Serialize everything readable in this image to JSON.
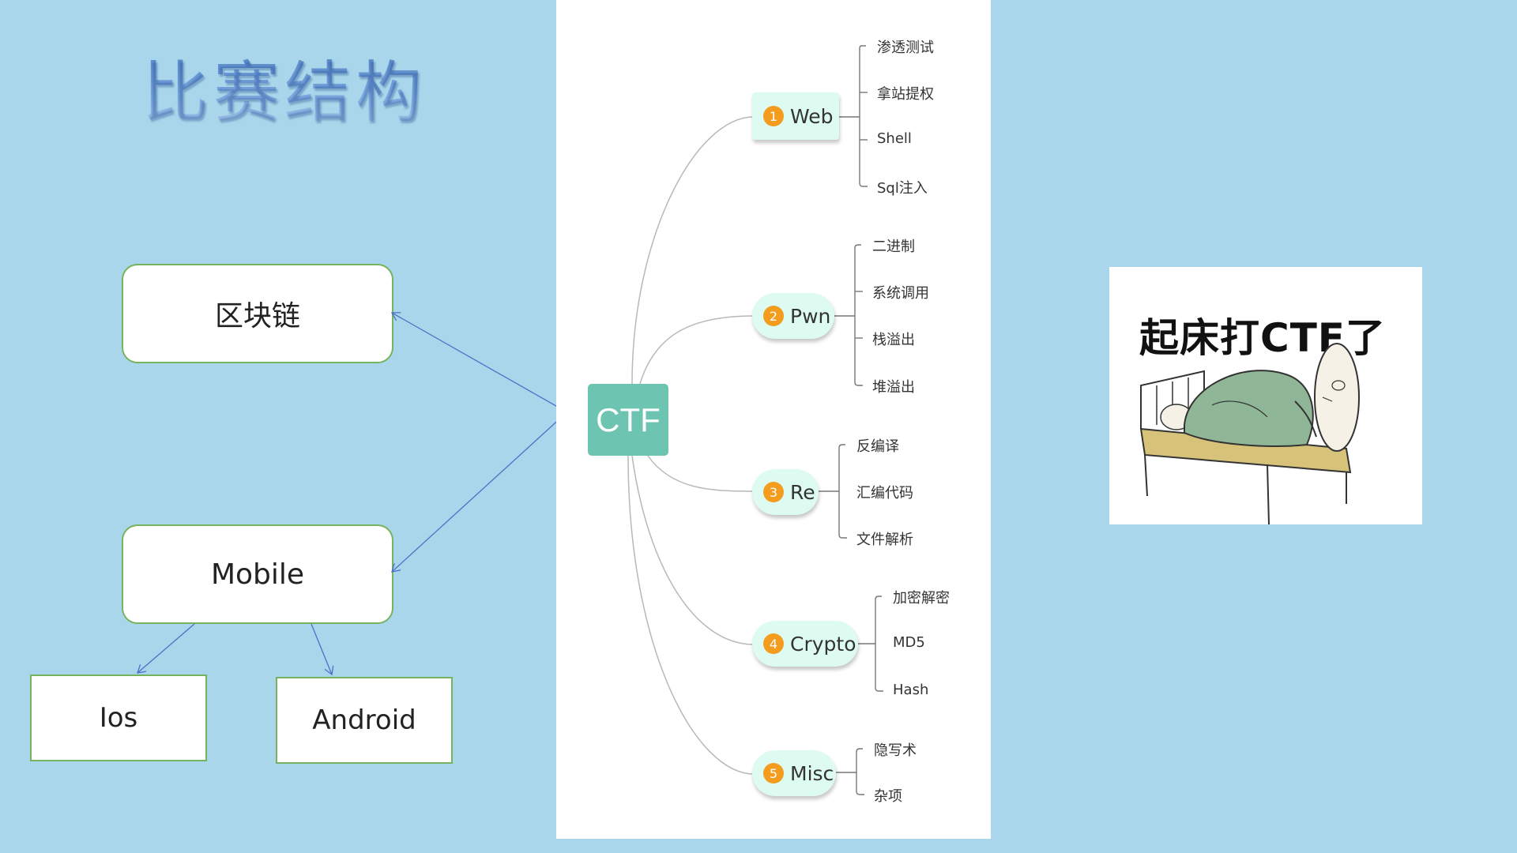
{
  "title": "比赛结构",
  "left_diagram": {
    "blockchain": "区块链",
    "mobile": "Mobile",
    "ios": "Ios",
    "android": "Android"
  },
  "mindmap": {
    "root": "CTF",
    "branches": [
      {
        "num": "1",
        "label": "Web",
        "leaves": [
          "渗透测试",
          "拿站提权",
          "Shell",
          "Sql注入"
        ]
      },
      {
        "num": "2",
        "label": "Pwn",
        "leaves": [
          "二进制",
          "系统调用",
          "栈溢出",
          "堆溢出"
        ]
      },
      {
        "num": "3",
        "label": "Re",
        "leaves": [
          "反编译",
          "汇编代码",
          "文件解析"
        ]
      },
      {
        "num": "4",
        "label": "Crypto",
        "leaves": [
          "加密解密",
          "MD5",
          "Hash"
        ]
      },
      {
        "num": "5",
        "label": "Misc",
        "leaves": [
          "隐写术",
          "杂项"
        ]
      }
    ]
  },
  "meme": {
    "caption": "起床打CTF了"
  },
  "colors": {
    "background": "#a9d6ea",
    "box_border": "#77b35e",
    "root_node": "#6cc4b1",
    "branch_fill": "#ddfbf0",
    "badge": "#f39c1e",
    "arrow": "#4a72c8"
  }
}
